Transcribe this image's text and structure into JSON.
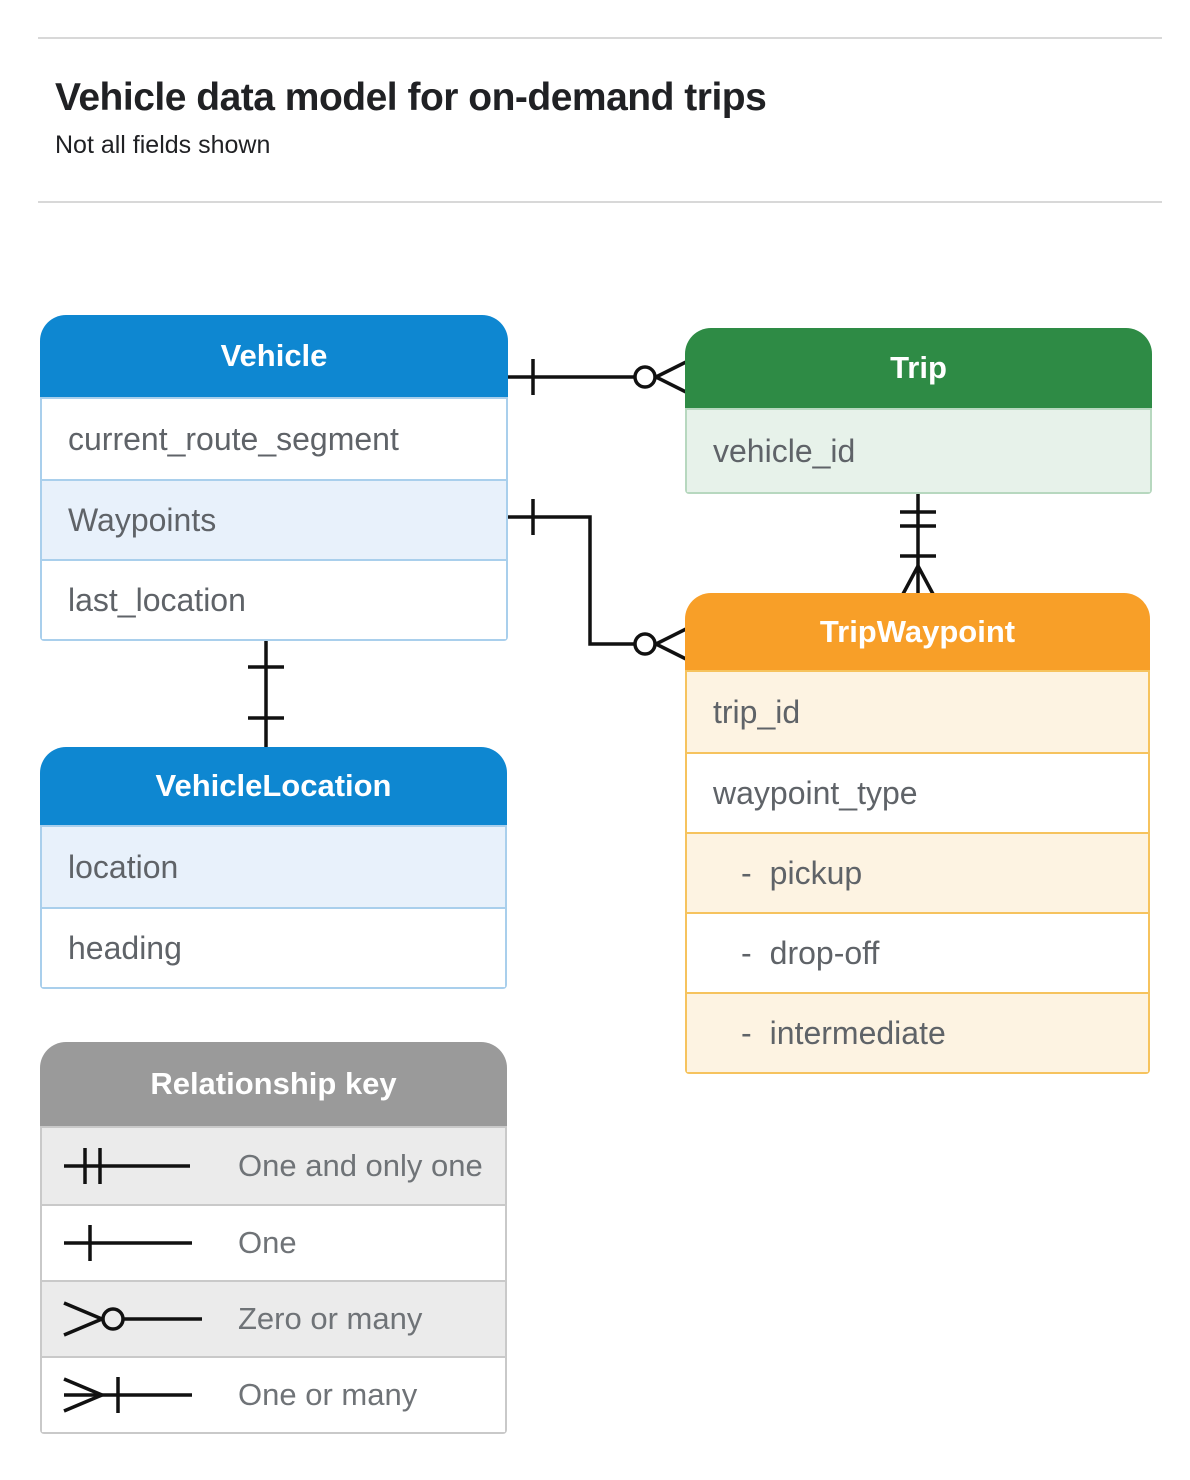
{
  "page": {
    "title": "Vehicle data model for on-demand trips",
    "subtitle": "Not all fields shown"
  },
  "colors": {
    "blue_header": "#0e87d1",
    "blue_row": "#e8f1fb",
    "blue_border": "#a9cfec",
    "green_header": "#2e8b45",
    "green_row": "#e7f2ea",
    "green_border": "#b7d8bf",
    "orange_header": "#f89f28",
    "orange_row": "#fdf3e2",
    "orange_border": "#f6c35e",
    "gray_header": "#9a9a9a",
    "gray_row": "#ebebeb",
    "gray_border": "#c9c9c9",
    "connector": "#111111",
    "text_title": "#202124",
    "text_row": "#5f6368"
  },
  "entities": {
    "vehicle": {
      "title": "Vehicle",
      "fields": [
        {
          "label": "current_route_segment",
          "highlight": false
        },
        {
          "label": "Waypoints",
          "highlight": true
        },
        {
          "label": "last_location",
          "highlight": false
        }
      ]
    },
    "trip": {
      "title": "Trip",
      "fields": [
        {
          "label": "vehicle_id",
          "highlight": true
        }
      ]
    },
    "trip_waypoint": {
      "title": "TripWaypoint",
      "sub_prefix": "-",
      "fields": [
        {
          "label": "trip_id",
          "highlight": true
        },
        {
          "label": "waypoint_type",
          "highlight": false
        },
        {
          "label": "pickup",
          "highlight": true,
          "sub": true
        },
        {
          "label": "drop-off",
          "highlight": false,
          "sub": true
        },
        {
          "label": "intermediate",
          "highlight": true,
          "sub": true
        }
      ]
    },
    "vehicle_location": {
      "title": "VehicleLocation",
      "fields": [
        {
          "label": "location",
          "highlight": true
        },
        {
          "label": "heading",
          "highlight": false
        }
      ]
    }
  },
  "legend": {
    "title": "Relationship key",
    "items": [
      {
        "label": "One and only one",
        "symbol": "one-and-only-one"
      },
      {
        "label": "One",
        "symbol": "one"
      },
      {
        "label": "Zero or many",
        "symbol": "zero-or-many"
      },
      {
        "label": "One or many",
        "symbol": "one-or-many"
      }
    ]
  },
  "relationships": [
    {
      "from": "Vehicle",
      "to": "Trip",
      "from_cardinality": "one",
      "to_cardinality": "zero-or-many"
    },
    {
      "from": "Vehicle.Waypoints",
      "to": "TripWaypoint",
      "from_cardinality": "one",
      "to_cardinality": "zero-or-many"
    },
    {
      "from": "Trip",
      "to": "TripWaypoint",
      "from_cardinality": "one-and-only-one",
      "to_cardinality": "one-or-many"
    },
    {
      "from": "Vehicle",
      "to": "VehicleLocation",
      "from_cardinality": "one",
      "to_cardinality": "one"
    }
  ]
}
